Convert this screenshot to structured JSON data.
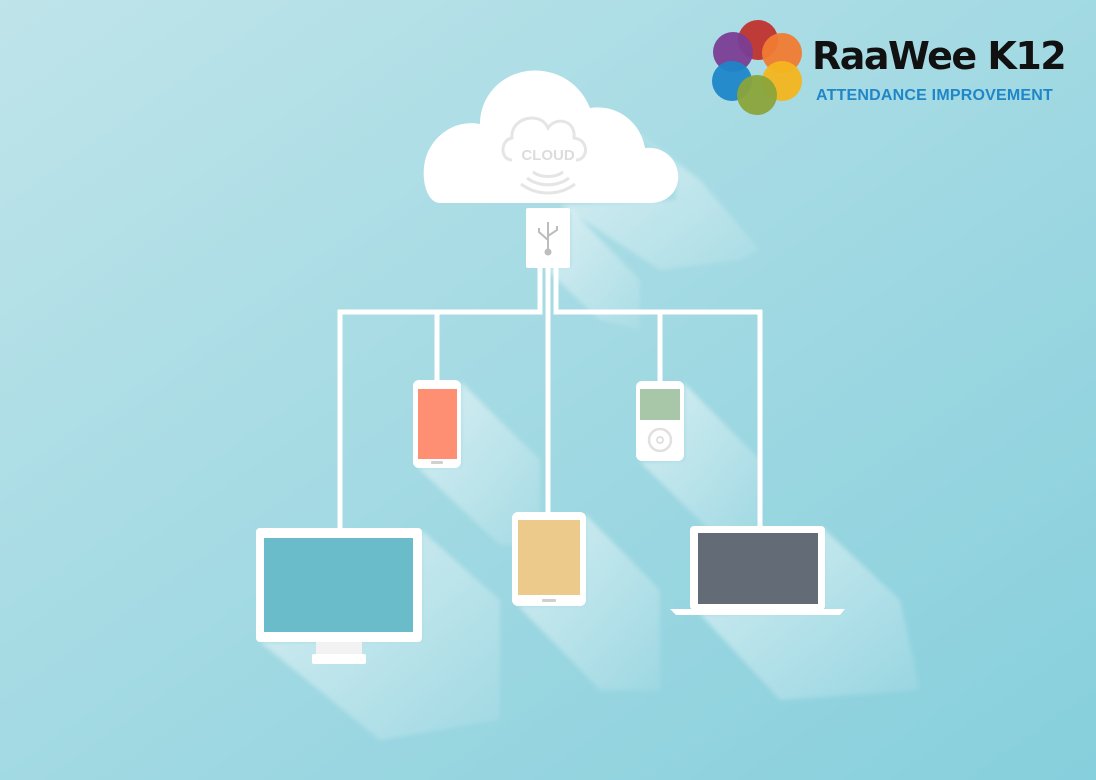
{
  "diagram": {
    "cloud_label": "CLOUD",
    "nodes": [
      {
        "name": "cloud-server",
        "icon": "cloud-icon"
      },
      {
        "name": "usb-hub",
        "icon": "usb-icon"
      },
      {
        "name": "desktop-monitor",
        "icon": "monitor-icon"
      },
      {
        "name": "smartphone",
        "icon": "smartphone-icon"
      },
      {
        "name": "tablet",
        "icon": "tablet-icon"
      },
      {
        "name": "music-player",
        "icon": "ipod-icon"
      },
      {
        "name": "laptop",
        "icon": "laptop-icon"
      }
    ]
  },
  "logo": {
    "title": "RaaWee K12",
    "subtitle": "ATTENDANCE IMPROVEMENT",
    "subtitle_color": "#1f86c8",
    "dot_colors": [
      "#c0312d",
      "#f07a30",
      "#7a3d93",
      "#f3b61f",
      "#1f86c8",
      "#8aa43a"
    ]
  },
  "colors": {
    "background_light": "#bfe4ea",
    "background_dark": "#86cfdc",
    "device_frame": "#ffffff",
    "monitor_screen": "#6bbccb",
    "phone_screen": "#ff8f73",
    "tablet_screen": "#ecca8c",
    "player_screen": "#a8c6a8",
    "laptop_screen": "#636b77"
  }
}
